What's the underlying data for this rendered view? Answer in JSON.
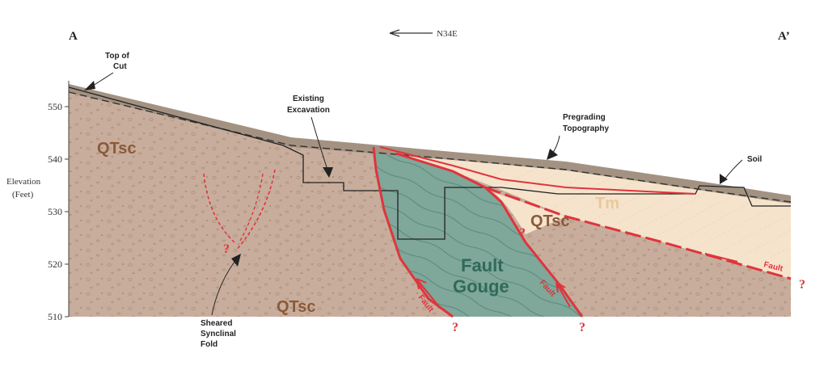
{
  "section": {
    "start_label": "A",
    "end_label": "A’",
    "orientation": "N34E"
  },
  "axis": {
    "title_line1": "Elevation",
    "title_line2": "(Feet)",
    "ticks": [
      "550",
      "540",
      "530",
      "520",
      "510"
    ]
  },
  "callouts": {
    "top_of_cut_1": "Top of",
    "top_of_cut_2": "Cut",
    "existing_1": "Existing",
    "existing_2": "Excavation",
    "pregrading_1": "Pregrading",
    "pregrading_2": "Topography",
    "soil": "Soil",
    "fold_1": "Sheared",
    "fold_2": "Synclinal",
    "fold_3": "Fold"
  },
  "units": {
    "qtsc": "QTsc",
    "tm": "Tm",
    "gouge_1": "Fault",
    "gouge_2": "Gouge"
  },
  "faults": {
    "label": "Fault",
    "uncertain": "?"
  },
  "colors": {
    "qtsc": "#c8ad9c",
    "tm": "#f5e3cc",
    "gouge": "#7fa79a",
    "soil": "#a39282",
    "fault": "#e0343c",
    "text_unit": "#8a5a3b",
    "text_tm": "#e9c99a",
    "text_gouge": "#2f6a5a"
  }
}
